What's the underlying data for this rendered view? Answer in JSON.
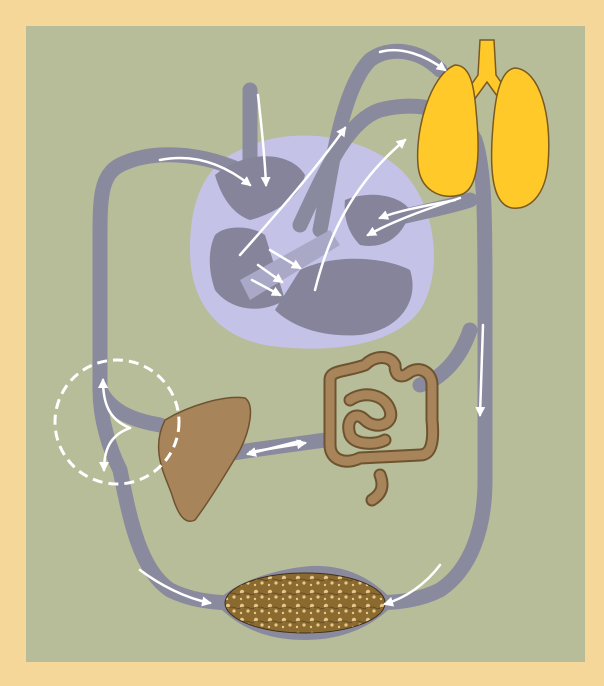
{
  "colors": {
    "frame": "#f5d79a",
    "background": "#b8bd99",
    "vessel": "#8a8a9f",
    "heart_outer": "#c4c2e6",
    "heart_chamber": "#85849a",
    "lungs": "#ffc92a",
    "lungs_outline": "#7a5a20",
    "liver": "#a8845a",
    "intestine": "#a8845a",
    "intestine_outline": "#6e5330",
    "tissue": "#8b6a30",
    "tissue_dots": "#e8c88a",
    "arrow": "#ffffff",
    "highlight_circle": "#ffffff"
  },
  "diagram": {
    "type": "circulatory-system",
    "parts": [
      "heart",
      "lungs",
      "liver",
      "intestine",
      "tissue-capillaries",
      "portal-junction"
    ],
    "arrow_style": "white-curved-arrows"
  }
}
